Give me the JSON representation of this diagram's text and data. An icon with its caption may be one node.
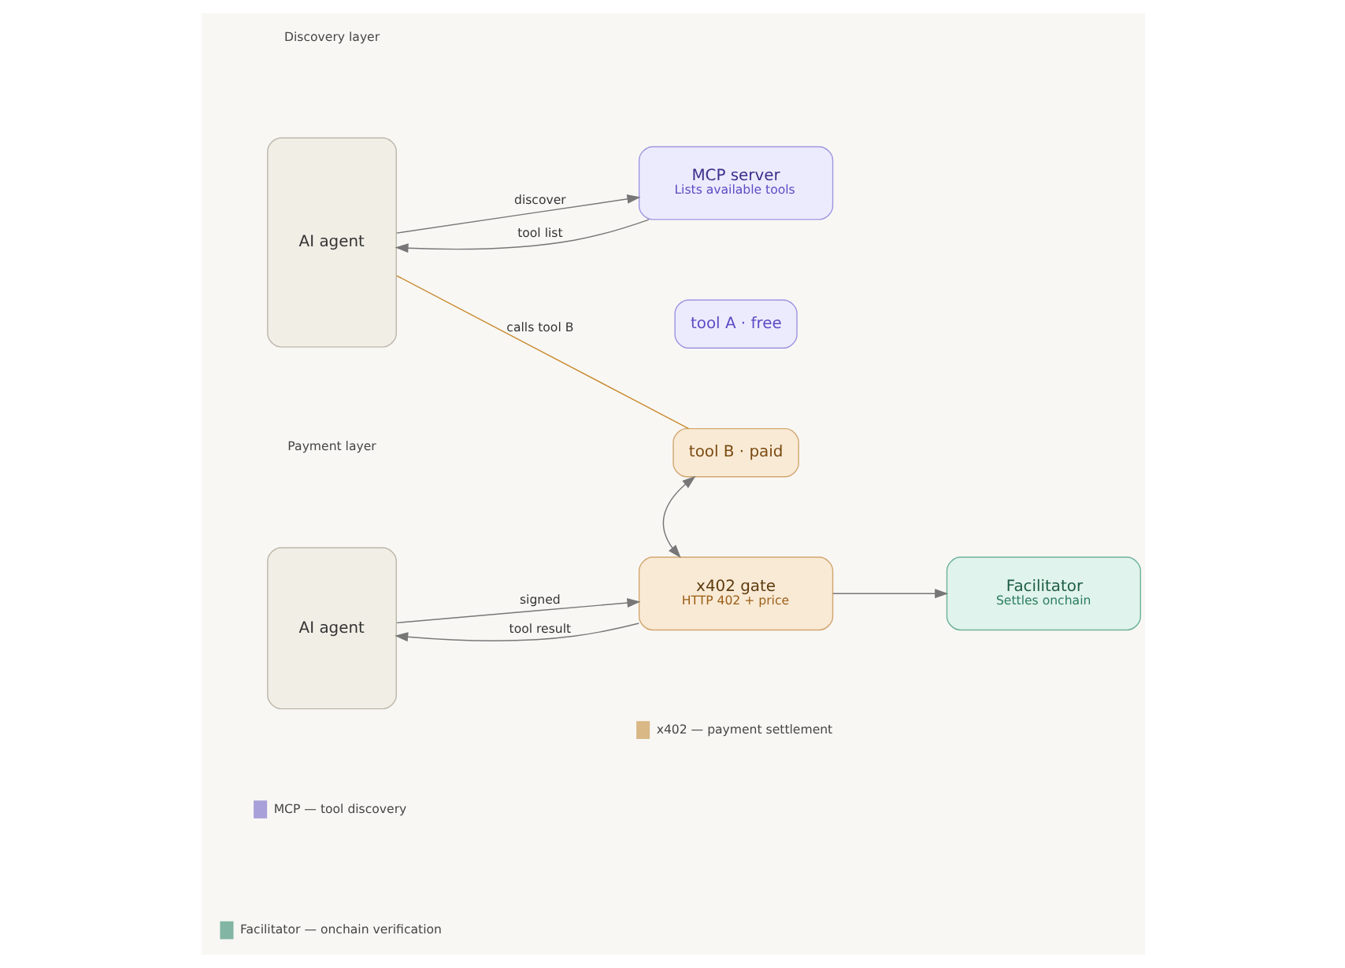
{
  "diagram": {
    "nodes": [
      {
        "text": [
          "AI agent"
        ]
      },
      {
        "text": [
          "MCP server",
          "Lists available tools"
        ]
      },
      {
        "text": [
          "tool A · free"
        ]
      },
      {
        "text": [
          "tool B · paid"
        ]
      },
      {
        "text": [
          "AI agent"
        ]
      },
      {
        "text": [
          "x402 gate",
          "HTTP 402 + price"
        ]
      },
      {
        "text": [
          "Facilitator",
          "Settles onchain"
        ]
      }
    ],
    "edges": [
      {
        "from": 0,
        "to": 1,
        "arrow": "to",
        "label": "discover"
      },
      {
        "from": 1,
        "to": 0,
        "arrow": "to",
        "label": "tool list"
      },
      {
        "from": 0,
        "to": 3,
        "arrow": "none",
        "label": "calls tool B",
        "color": "#c98a2e"
      },
      {
        "from": 3,
        "to": 5,
        "arrow": "both"
      },
      {
        "from": 4,
        "to": 5,
        "arrow": "to",
        "label": "signed"
      },
      {
        "from": 5,
        "to": 4,
        "arrow": "to",
        "label": "tool result"
      },
      {
        "from": 5,
        "to": 6,
        "arrow": "to"
      }
    ],
    "labels": [
      "Discovery layer",
      "Payment layer"
    ],
    "legend": [
      {
        "text": "MCP — tool discovery",
        "color": "#a8a0d8"
      },
      {
        "text": "x402 — payment settlement",
        "color": "#d9b886"
      },
      {
        "text": "Facilitator — onchain verification",
        "color": "#82b5a3"
      }
    ]
  }
}
